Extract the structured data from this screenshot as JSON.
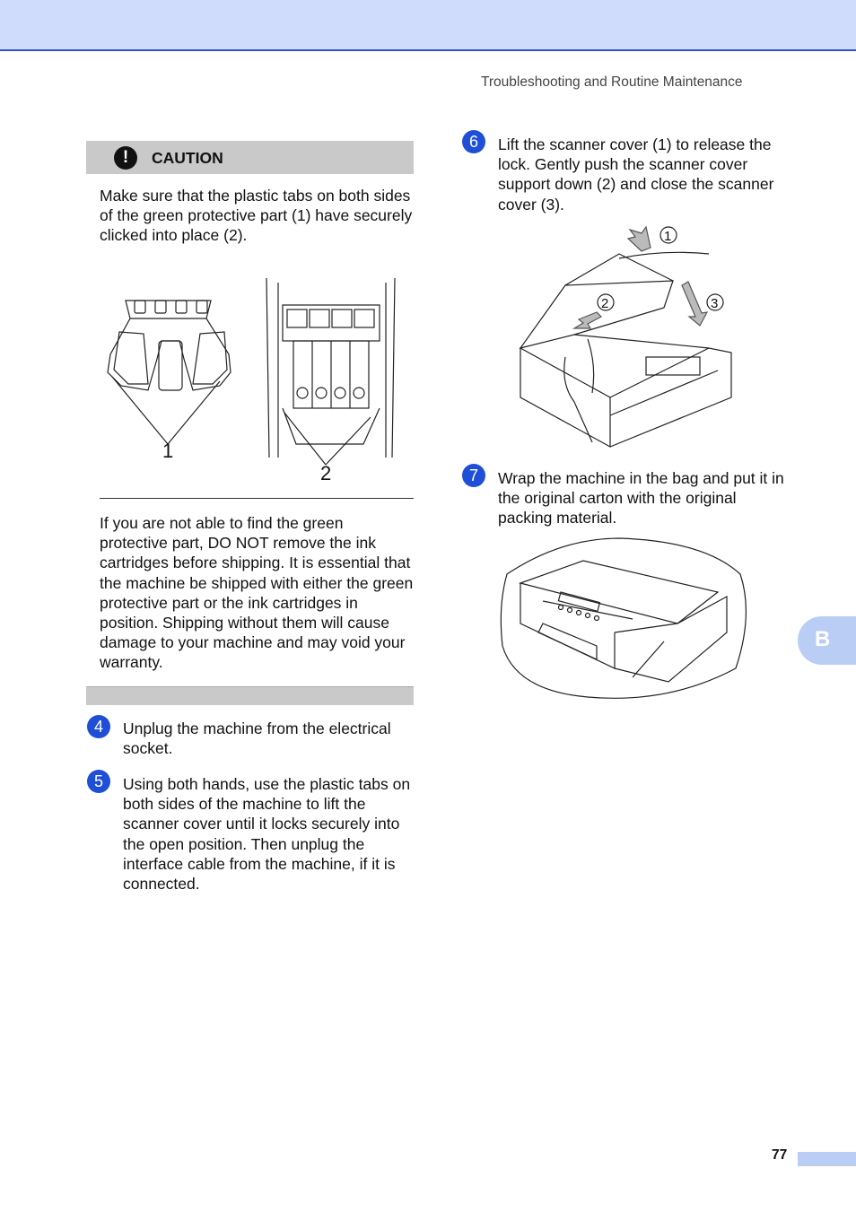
{
  "header": {
    "title": "Troubleshooting and Routine Maintenance"
  },
  "caution": {
    "icon": "exclamation-icon",
    "icon_glyph": "!",
    "label": "CAUTION",
    "text1": "Make sure that the plastic tabs on both sides of the green protective part (1) have securely clicked into place (2).",
    "figure_callouts": [
      "1",
      "2"
    ],
    "text2": "If you are not able to find the green protective part, DO NOT remove the ink cartridges before shipping. It is essential that the machine be shipped with either the green protective part or the ink cartridges in position. Shipping without them will cause damage to your machine and may void your warranty."
  },
  "steps": [
    {
      "num": "4",
      "text": "Unplug the machine from the electrical socket."
    },
    {
      "num": "5",
      "text": "Using both hands, use the plastic tabs on both sides of the machine to lift the scanner cover until it locks securely into the open position. Then unplug the interface cable from the machine, if it is connected."
    },
    {
      "num": "6",
      "text": "Lift the scanner cover (1) to release the lock. Gently push the scanner cover support down (2) and close the scanner cover (3).",
      "figure_callouts": [
        "1",
        "2",
        "3"
      ]
    },
    {
      "num": "7",
      "text": "Wrap the machine in the bag and put it in the original carton with the original packing material."
    }
  ],
  "side_tab": {
    "label": "B"
  },
  "footer": {
    "page_number": "77"
  }
}
